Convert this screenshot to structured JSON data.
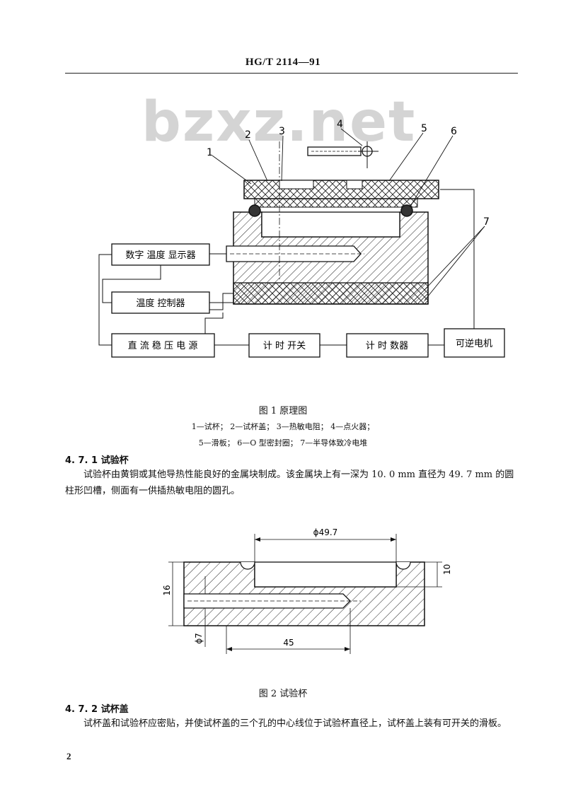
{
  "header": {
    "doc_code": "HG/T 2114—91"
  },
  "watermark": {
    "text": "bzxz.net"
  },
  "figure1": {
    "callouts": [
      "1",
      "2",
      "3",
      "4",
      "5",
      "6",
      "7"
    ],
    "boxes": {
      "display": "数字 温度 显示器",
      "controller": "温度 控制器",
      "power": "直 流 稳 压 电 源",
      "switch": "计 时 开关",
      "counter": "计 时 数器",
      "motor": "可逆电机"
    },
    "caption": "图 1   原理图",
    "legend_line1": "1—试杯；  2—试杯盖；  3—热敏电阻；  4—点火器；",
    "legend_line2": "5—滑板；  6—O 型密封圈；  7—半导体致冷电堆"
  },
  "section_471": {
    "heading": "4. 7. 1   试验杯",
    "body": "试验杯由黄铜或其他导热性能良好的金属块制成。该金属块上有一深为 10. 0 mm 直径为 49. 7 mm 的圆柱形凹槽，侧面有一供插热敏电阻的圆孔。"
  },
  "figure2": {
    "dim_diameter": "ϕ49.7",
    "dim_depth": "10",
    "dim_height": "16",
    "dim_hole": "ϕ7",
    "dim_length": "45",
    "caption": "图 2   试验杯"
  },
  "section_472": {
    "heading": "4. 7. 2   试杯盖",
    "body": "试杯盖和试验杯应密贴，并使试杯盖的三个孔的中心线位于试验杯直径上，试杯盖上装有可开关的滑板。"
  },
  "page": {
    "number": "2"
  }
}
